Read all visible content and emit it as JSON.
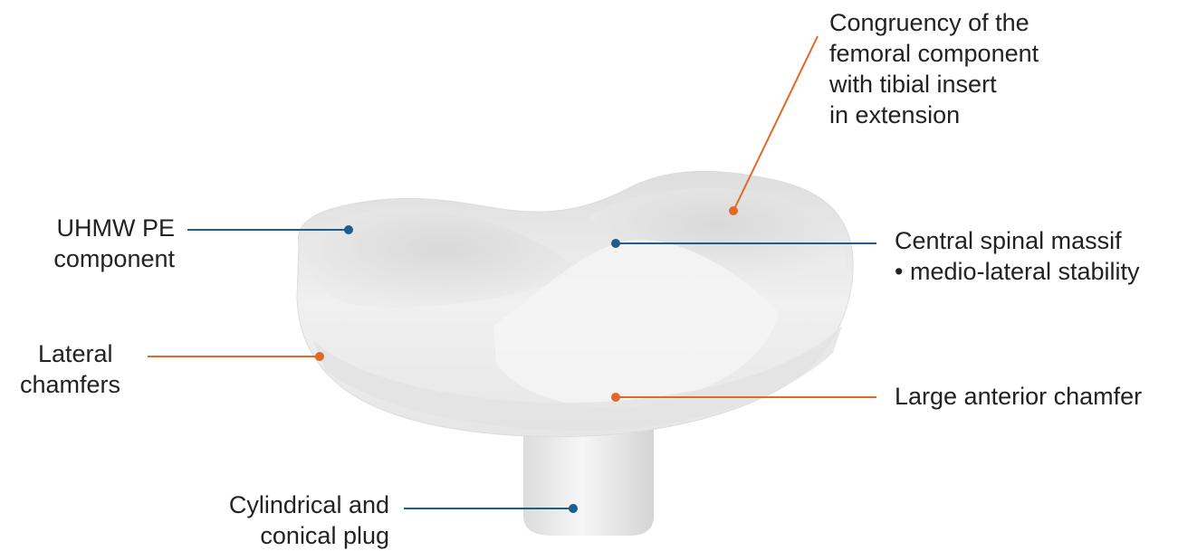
{
  "colors": {
    "blue": "#1e5d8f",
    "orange": "#e4672a",
    "text": "#222222",
    "insert_fill": "#ececec",
    "insert_shade": "#d9d9d9"
  },
  "callouts": {
    "congruency": {
      "lines": [
        "Congruency of the",
        "femoral component",
        "with tibial insert",
        "in extension"
      ],
      "color": "orange"
    },
    "uhmw": {
      "lines": [
        "UHMW PE",
        "component"
      ],
      "color": "blue"
    },
    "central": {
      "lines": [
        "Central spinal massif",
        "• medio-lateral stability"
      ],
      "color": "blue"
    },
    "lateral": {
      "lines": [
        "Lateral",
        "chamfers"
      ],
      "color": "orange"
    },
    "anterior": {
      "lines": [
        "Large anterior chamfer"
      ],
      "color": "orange"
    },
    "plug": {
      "lines": [
        "Cylindrical and",
        "conical plug"
      ],
      "color": "blue"
    }
  }
}
